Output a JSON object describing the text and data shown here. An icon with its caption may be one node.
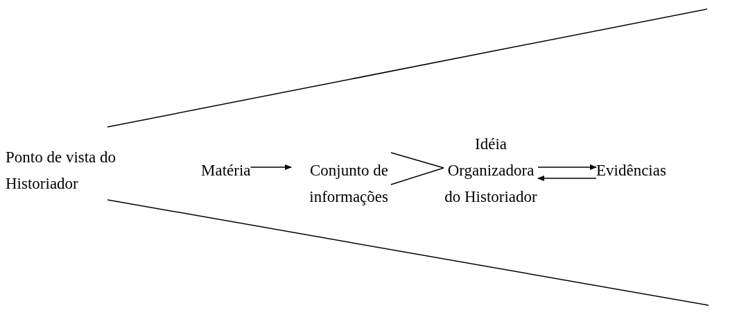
{
  "diagram": {
    "nodes": [
      {
        "text": [
          "Ponto de vista do Historiador"
        ]
      },
      {
        "text": [
          "Matéria"
        ]
      },
      {
        "text": [
          "Conjunto de informações"
        ]
      },
      {
        "text": [
          "Idéia Organizadora do Historiador"
        ]
      },
      {
        "text": [
          "Evidências"
        ]
      }
    ],
    "edges": [
      {
        "from": 1,
        "to": 2,
        "arrow": "to"
      },
      {
        "from": 2,
        "to": 3,
        "arrow": "none"
      },
      {
        "from": 3,
        "to": 4,
        "arrow": "to"
      },
      {
        "from": 4,
        "to": 3,
        "arrow": "to"
      }
    ]
  }
}
